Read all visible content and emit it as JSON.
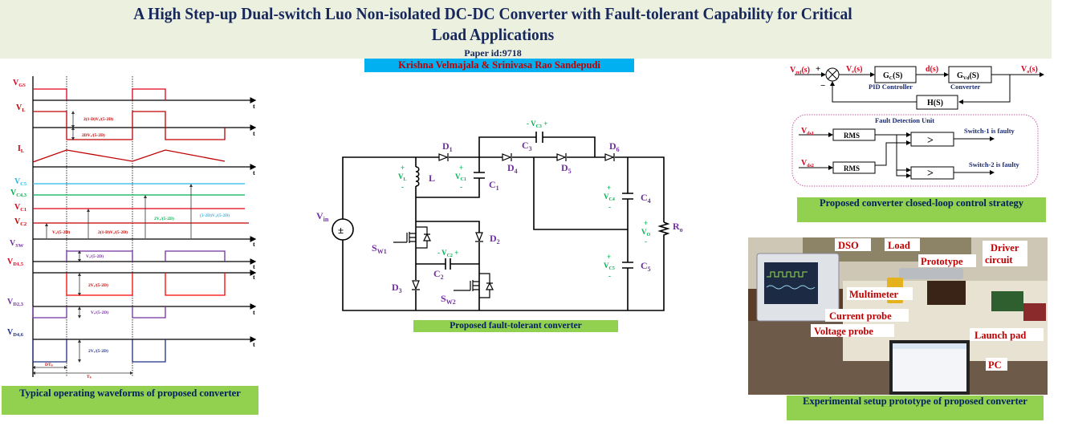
{
  "header": {
    "title_line1": "A High Step-up Dual-switch Luo Non-isolated DC-DC Converter with Fault-tolerant Capability for Critical",
    "title_line2": "Load Applications",
    "paper_id": "Paper id:9718",
    "authors": "Krishna Velmajala & Srinivasa Rao Sandepudi"
  },
  "colors": {
    "banner": "#ebf1de",
    "author_bg": "#00b0f0",
    "caption_bg": "#92d050",
    "caption_text": "#002060",
    "label_red": "#e0001b",
    "label_purple": "#7030a0",
    "label_green": "#00b050",
    "vc5_cyan": "#29b6e8"
  },
  "waveforms": {
    "caption": "Typical operating waveforms of proposed converter",
    "t": "t",
    "labels": {
      "vgs": {
        "main": "V",
        "sub": "GS"
      },
      "vl": {
        "main": "V",
        "sub": "L"
      },
      "il": {
        "main": "I",
        "sub": "L"
      },
      "vc5": {
        "main": "V",
        "sub": "C5"
      },
      "vc43": {
        "main": "V",
        "sub": "C4,3"
      },
      "vc1": {
        "main": "V",
        "sub": "C1"
      },
      "vc2": {
        "main": "V",
        "sub": "C2"
      },
      "vsw": {
        "main": "V",
        "sub": "SW"
      },
      "vd15": {
        "main": "V",
        "sub": "D1,5"
      },
      "vd23": {
        "main": "V",
        "sub": "D2,3"
      },
      "vd46": {
        "main": "V",
        "sub": "D4,6"
      }
    },
    "annotations": {
      "vl_high": "2(1-D)Vₒ/(5-2D)",
      "vl_low": "2DVₒ/(5-2D)",
      "vc2": "Vₒ/(5-2D)",
      "vc1": "2(1-D)Vₒ/(5-2D)",
      "vc43": "2Vₒ/(5-2D)",
      "vc5": "(3-2D)Vₒ/(5-2D)",
      "vsw": "Vₒ/(5-2D)",
      "vd15": "2Vₒ/(5-2D)",
      "vd23": "Vₒ/(5-2D)",
      "vd46": "2Vₒ/(5-2D)",
      "dts": "DTₛ",
      "ts": "Tₛ"
    }
  },
  "circuit": {
    "caption": "Proposed fault-tolerant converter",
    "vin": {
      "main": "V",
      "sub": "in"
    },
    "components": {
      "d1": {
        "main": "D",
        "sub": "1"
      },
      "d2": {
        "main": "D",
        "sub": "2"
      },
      "d3": {
        "main": "D",
        "sub": "3"
      },
      "d4": {
        "main": "D",
        "sub": "4"
      },
      "d5": {
        "main": "D",
        "sub": "5"
      },
      "d6": {
        "main": "D",
        "sub": "6"
      },
      "l": "L",
      "c1": {
        "main": "C",
        "sub": "1"
      },
      "c2": {
        "main": "C",
        "sub": "2"
      },
      "c3": {
        "main": "C",
        "sub": "3"
      },
      "c4": {
        "main": "C",
        "sub": "4"
      },
      "c5": {
        "main": "C",
        "sub": "5"
      },
      "sw1": {
        "main": "S",
        "sub": "W1"
      },
      "sw2": {
        "main": "S",
        "sub": "W2"
      },
      "ro": {
        "main": "R",
        "sub": "o"
      }
    },
    "voltages": {
      "vl": {
        "main": "V",
        "sub": "L"
      },
      "vc1": {
        "main": "V",
        "sub": "C1"
      },
      "vc2": {
        "main": "- V",
        "sub": "C2",
        "post": " +"
      },
      "vc3": {
        "main": "- V",
        "sub": "C3",
        "post": " +"
      },
      "vc4": {
        "main": "V",
        "sub": "C4"
      },
      "vc5": {
        "main": "V",
        "sub": "C5"
      },
      "vo": {
        "main": "V",
        "sub": "O"
      }
    },
    "plus": "+",
    "minus": "-",
    "source_symbol": "±"
  },
  "control": {
    "caption": "Proposed converter closed-loop control strategy",
    "vref": {
      "main": "V",
      "sub": "ref",
      "post": "(s)"
    },
    "ve": {
      "main": "V",
      "sub": "e",
      "post": "(s)"
    },
    "ds": "d(s)",
    "vo": {
      "main": "V",
      "sub": "o",
      "post": "(s)"
    },
    "gc": {
      "main": "G",
      "sub": "C",
      "post": "(S)"
    },
    "gvd": {
      "main": "G",
      "sub": "Vd",
      "post": "(S)"
    },
    "hs": "H(S)",
    "pid_label": "PID Controller",
    "converter_label": "Converter",
    "plus": "+",
    "minus": "−",
    "fault": {
      "title": "Fault Detection Unit",
      "vds1": {
        "main": "V",
        "sub": "ds1"
      },
      "vds2": {
        "main": "V",
        "sub": "ds2"
      },
      "rms": "RMS",
      "comparator": ">",
      "out1": "Switch-1 is faulty",
      "out2": "Switch-2 is faulty"
    }
  },
  "setup": {
    "caption": "Experimental setup prototype of proposed converter",
    "labels": {
      "dso": "DSO",
      "load": "Load",
      "prototype": "Prototype",
      "driver1": "Driver",
      "driver2": "circuit",
      "multimeter": "Multimeter",
      "current_probe": "Current probe",
      "voltage_probe": "Voltage probe",
      "launch_pad": "Launch pad",
      "pc": "PC"
    }
  }
}
